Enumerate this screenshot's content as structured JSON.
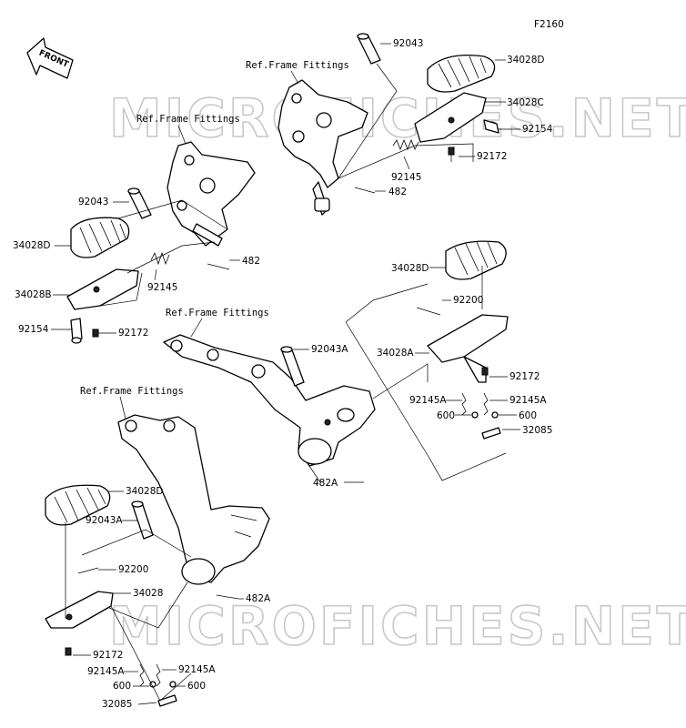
{
  "diagram_code": "F2160",
  "direction_label": "FRONT",
  "watermark": "MICROFICHES.NET",
  "ref_labels": {
    "top_right": "Ref.Frame Fittings",
    "top_left": "Ref.Frame Fittings",
    "mid": "Ref.Frame Fittings",
    "bottom_left": "Ref.Frame Fittings"
  },
  "part_numbers": {
    "tr_92043": "92043",
    "tr_34028D": "34028D",
    "tr_34028C": "34028C",
    "tr_92154": "92154",
    "tr_92145": "92145",
    "tr_92172": "92172",
    "tr_482": "482",
    "tl_92043": "92043",
    "tl_34028D": "34028D",
    "tl_34028B": "34028B",
    "tl_92145": "92145",
    "tl_482": "482",
    "tl_92154": "92154",
    "tl_92172": "92172",
    "mr_34028D": "34028D",
    "mr_92200": "92200",
    "mr_92043A": "92043A",
    "mr_34028A": "34028A",
    "mr_92172": "92172",
    "mr_92145A_l": "92145A",
    "mr_92145A_r": "92145A",
    "mr_600_l": "600",
    "mr_600_r": "600",
    "mr_32085": "32085",
    "mr_482A": "482A",
    "bl_34028D": "34028D",
    "bl_92043A": "92043A",
    "bl_92200": "92200",
    "bl_34028": "34028",
    "bl_482A": "482A",
    "bl_92172": "92172",
    "bl_92145A_l": "92145A",
    "bl_92145A_r": "92145A",
    "bl_600_l": "600",
    "bl_600_r": "600",
    "bl_32085": "32085"
  }
}
